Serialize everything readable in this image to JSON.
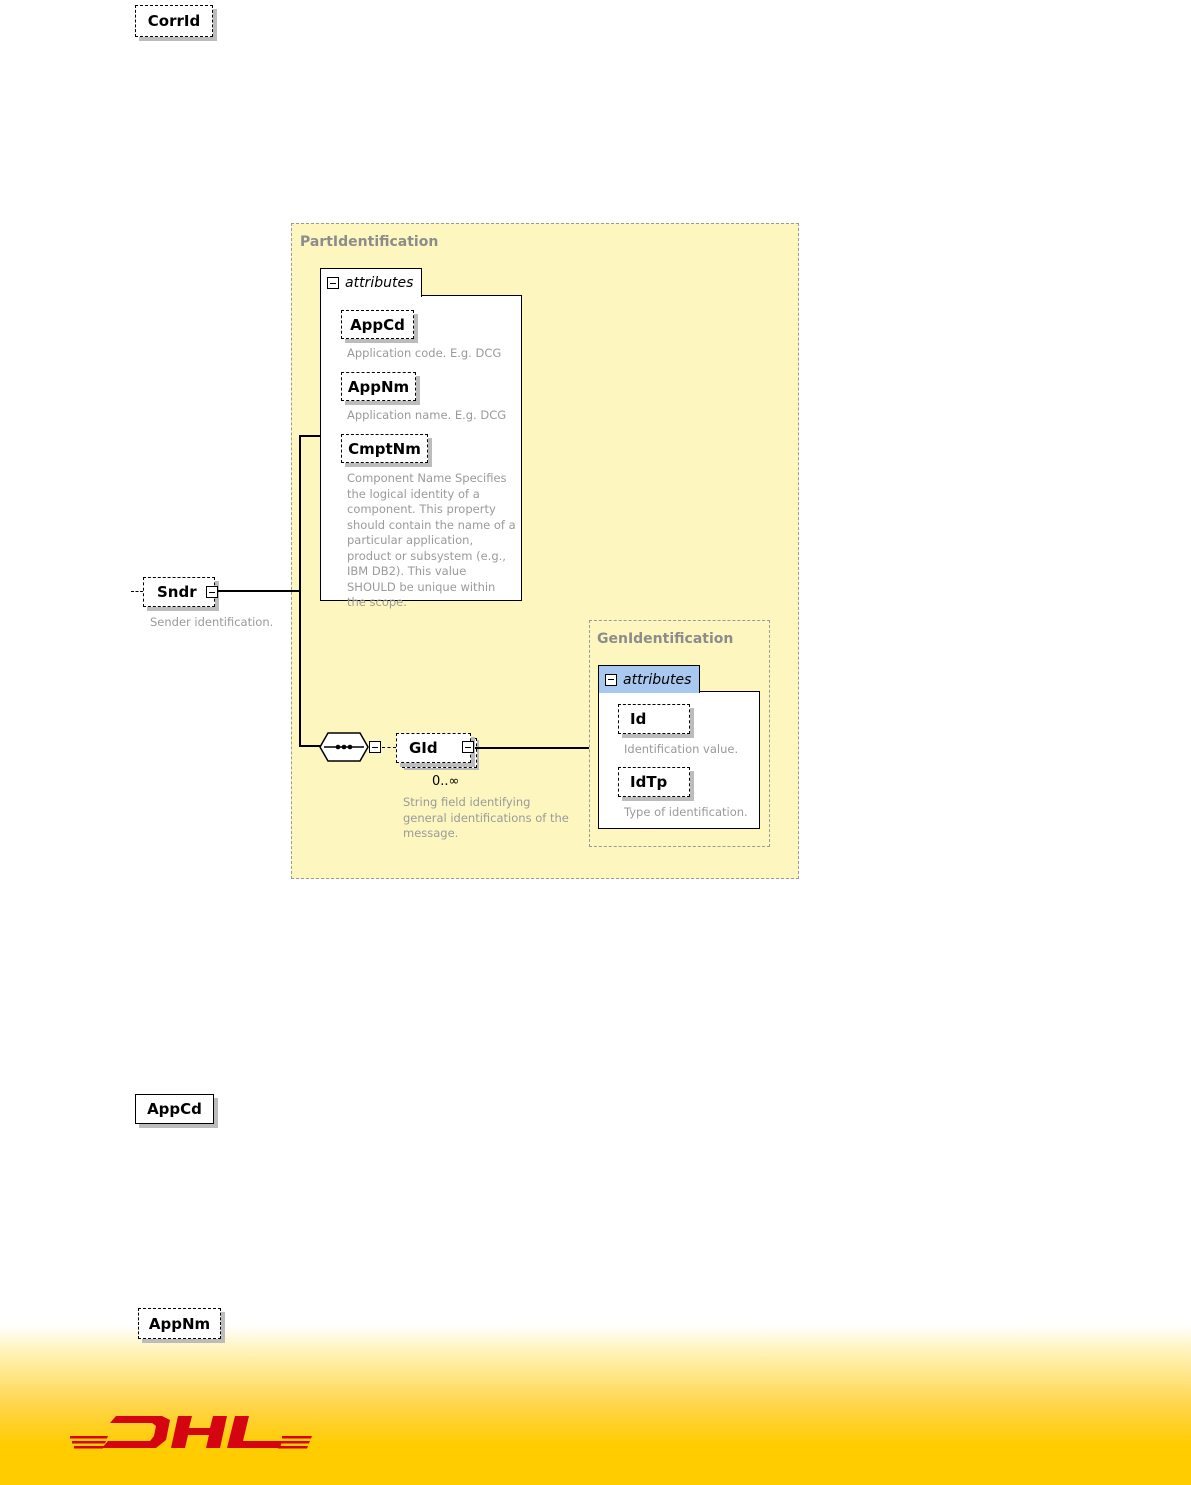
{
  "top_element": {
    "label": "CorrId"
  },
  "diagram": {
    "part_identification": {
      "title": "PartIdentification",
      "attributes_label": "attributes",
      "attributes": [
        {
          "name": "AppCd",
          "doc": "Application code. E.g. DCG"
        },
        {
          "name": "AppNm",
          "doc": "Application name. E.g. DCG"
        },
        {
          "name": "CmptNm",
          "doc": "Component Name Specifies the logical identity of a component. This property should contain the name of a particular application, product or subsystem (e.g., IBM DB2). This value SHOULD be unique within the scope."
        }
      ]
    },
    "sender": {
      "name": "Sndr",
      "doc": "Sender identification."
    },
    "gid": {
      "name": "GId",
      "multiplicity": "0..∞",
      "doc": "String field identifying general identifications of the message."
    },
    "gen_identification": {
      "title": "GenIdentification",
      "attributes_label": "attributes",
      "attributes": [
        {
          "name": "Id",
          "doc": "Identification value."
        },
        {
          "name": "IdTp",
          "doc": "Type of identification."
        }
      ]
    }
  },
  "appcd_element": {
    "label": "AppCd"
  },
  "appnm_element": {
    "label": "AppNm"
  },
  "footer": {
    "logo_text": "DHL",
    "brand_red": "#d40511",
    "brand_yellow": "#ffcc00"
  }
}
